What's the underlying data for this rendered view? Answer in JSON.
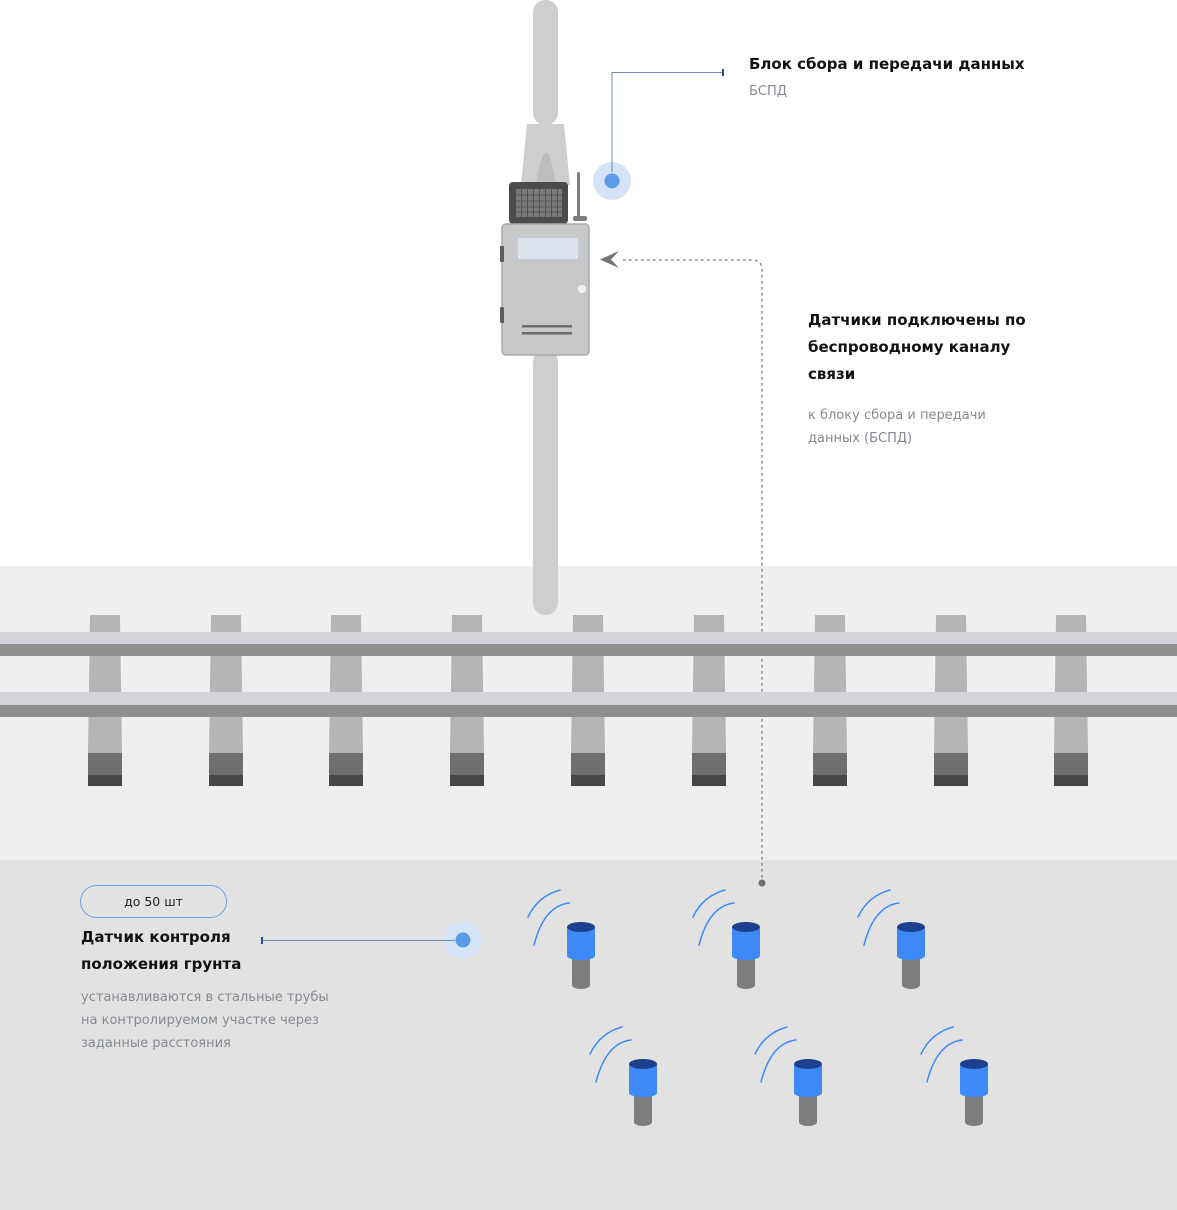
{
  "bspd": {
    "title": "Блок сбора и передачи данных",
    "subtitle": "БСПД"
  },
  "wireless": {
    "title_lines": [
      "Датчики подключены по",
      "беспроводному каналу",
      "связи"
    ],
    "subtitle_lines": [
      "к блоку сбора и передачи",
      "данных (БСПД)"
    ]
  },
  "sensor": {
    "badge": "до 50 шт",
    "title_lines": [
      "Датчик контроля",
      "положения грунта"
    ],
    "subtitle_lines": [
      "устанавливаются в стальные трубы",
      "на контролируемом участке через",
      "заданные расстояния"
    ]
  },
  "colors": {
    "accent_blue": "#3d8af7",
    "marker_blue": "#5b9bea",
    "marker_halo": "#d4e3f7",
    "track_bg": "#eeeff1",
    "ground_bg": "#e2e2e3"
  }
}
